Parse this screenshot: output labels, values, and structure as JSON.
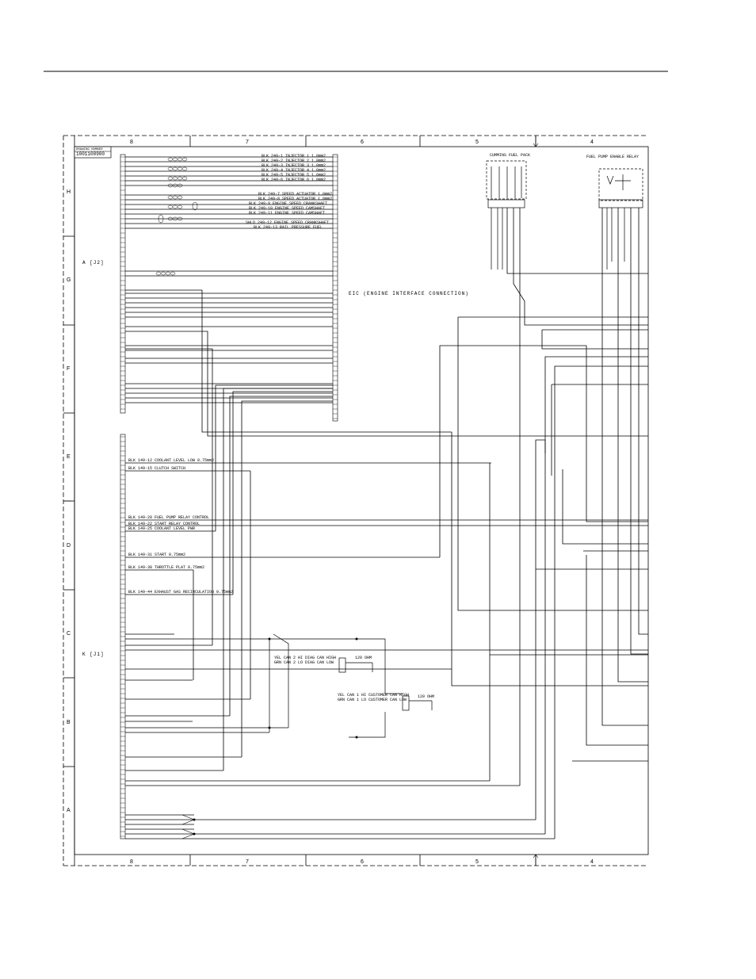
{
  "diagram": {
    "drawing_label": "DRAWING NUMBER",
    "drawing_number": "1001108900",
    "zones_columns": [
      "8",
      "7",
      "6",
      "5",
      "4"
    ],
    "zones_rows": [
      "H",
      "G",
      "F",
      "E",
      "D",
      "C",
      "B",
      "A"
    ],
    "connector_a_label": "A [J2]",
    "connector_k_label": "K [J1]",
    "eic_label": "EIC (ENGINE INTERFACE CONNECTION)",
    "injector_block_label": "CUMMINS FUEL PACK",
    "relay_block_label": "FUEL PUMP ENABLE RELAY",
    "ohm_label_1": "120 OHM",
    "ohm_label_2": "120 OHM",
    "can_labels": [
      "YEL CAN 2 HI DIAG CAN HIGH",
      "GRN CAN 2 LO DIAG CAN LOW",
      "YEL CAN 1 HI CUSTOMER CAN HIGH",
      "GRN CAN 1 LO CUSTOMER CAN LOW"
    ],
    "wires_a": [
      "BLK 249-1 INJECTOR 1 1.0mm2",
      "BLK 249-2 INJECTOR 2 1.0mm2",
      "BLK 249-3 INJECTOR 3 1.0mm2",
      "BLK 249-4 INJECTOR 4 1.0mm2",
      "BLK 249-5 INJECTOR 5 1.0mm2",
      "BLK 249-6 INJECTOR 6 1.0mm2",
      "BLK 249-7 SPEED ACTUATOR 1.0mm2",
      "BLK 249-8 SPEED ACTUATOR 1.0mm2",
      "BLK 249-9 ENGINE SPEED CRANKSHAFT",
      "BLK 249-10 ENGINE SPEED CAMSHAFT",
      "BLK 249-11 ENGINE SPEED CAMSHAFT",
      "SHLD 249-12 ENGINE SPEED CRANKSHAFT",
      "BLK 249-13 RAIL PRESSURE FUEL"
    ],
    "wires_k": [
      "BLK 149-12 COOLANT LEVEL LOW 0.75mm2",
      "BLK 149-15 CLUTCH SWITCH",
      "BLK 149-20 FUEL PUMP RELAY CONTROL",
      "BLK 149-22 START RELAY CONTROL",
      "BLK 149-25 COOLANT LEVEL PWR",
      "BLK 149-31 START 0.75mm2",
      "BLK 149-38 THROTTLE PLAT 0.75mm2",
      "BLK 149-44 EXHAUST GAS RECIRCULATION 0.75mm2"
    ]
  }
}
